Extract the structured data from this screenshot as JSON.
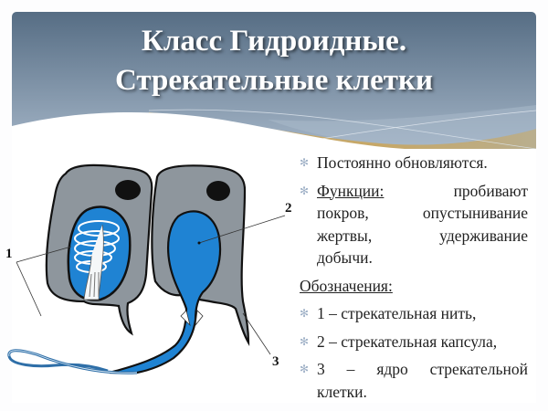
{
  "slide": {
    "title_lines": [
      "Класс Гидроидные.",
      "Стрекательные клетки"
    ],
    "colors": {
      "header_top": "#566d84",
      "header_bottom": "#9fb0c3",
      "gold_wave": "#c7aa6c",
      "cell_gray": "#8e969d",
      "capsule_blue": "#1c7fd0",
      "bullet": "#9eb0c6",
      "text": "#222222"
    }
  },
  "diagram": {
    "labels": {
      "one": "1",
      "two": "2",
      "three": "3"
    }
  },
  "content": {
    "bullets_top": [
      {
        "text": "Постоянно обновляются."
      },
      {
        "lead": "Функции:",
        "line1_rest": "пробивают",
        "line2": [
          "покров,",
          "опустынивание"
        ],
        "line3": [
          "жертвы,",
          "удерживание"
        ],
        "line4": "добычи."
      }
    ],
    "legend_heading": "Обозначения:",
    "legend_items": [
      {
        "text": "1 – стрекательная нить,"
      },
      {
        "text": "2 – стрекательная капсула,"
      },
      {
        "line1": [
          "3",
          "–",
          "ядро",
          "стрекательной"
        ],
        "line2": "клетки."
      }
    ],
    "bullet_glyph": "✻"
  }
}
